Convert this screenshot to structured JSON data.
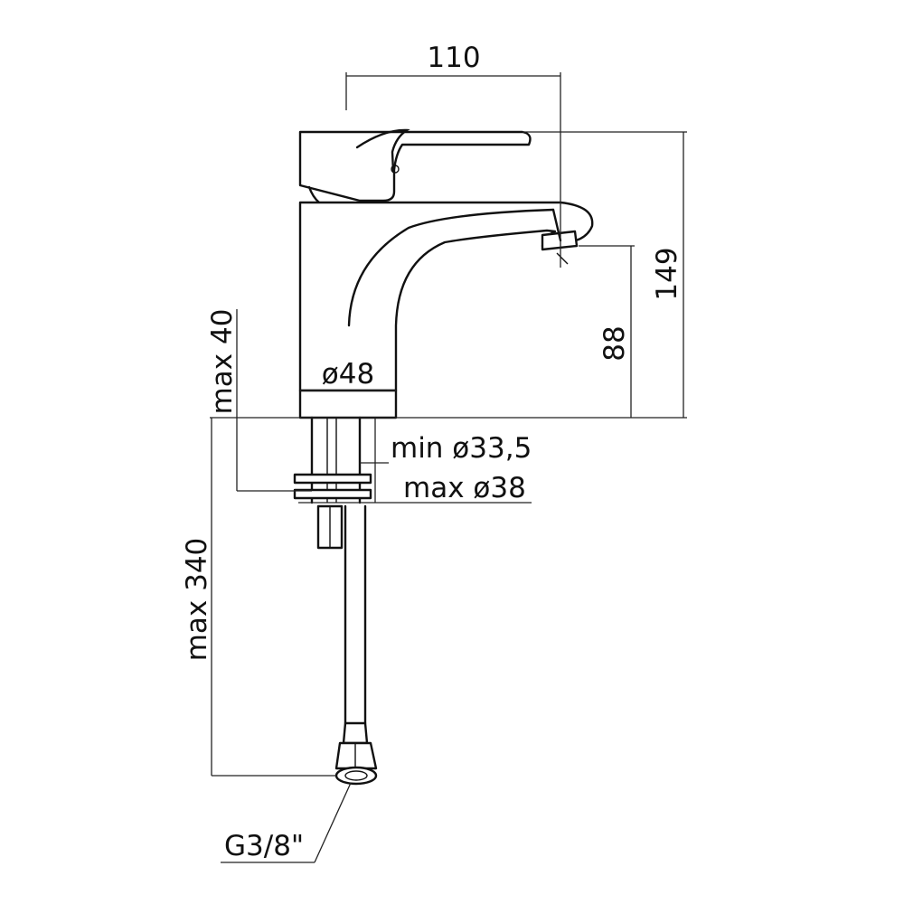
{
  "dimensions": {
    "width_spout": "110",
    "height_total": "149",
    "height_spout": "88",
    "diameter_base": "ø48",
    "max_deck_thickness": "max 40",
    "min_hole_diameter": "min ø33,5",
    "max_hole_diameter": "max ø38",
    "max_hose_length": "max 340",
    "connection_thread": "G3/8\""
  },
  "colors": {
    "line": "#111111",
    "background": "#ffffff"
  }
}
